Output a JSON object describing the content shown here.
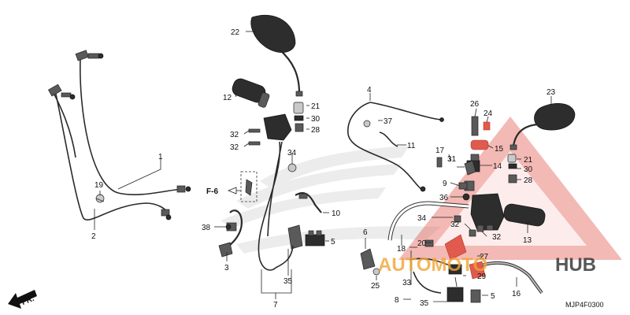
{
  "diagram": {
    "code": "MJP4F0300",
    "ref_label": "F-6",
    "front_label": "FR.",
    "watermark": {
      "top": "AUTOMOTO",
      "bottom": "HUB"
    },
    "callouts": {
      "c1": "1",
      "c2": "2",
      "c3": "3",
      "c4": "4",
      "c5a": "5",
      "c5b": "5",
      "c6": "6",
      "c7": "7",
      "c8": "8",
      "c9": "9",
      "c10": "10",
      "c11": "11",
      "c12": "12",
      "c13": "13",
      "c14": "14",
      "c15": "15",
      "c16": "16",
      "c17": "17",
      "c18": "18",
      "c19": "19",
      "c20": "20",
      "c21a": "21",
      "c21b": "21",
      "c22": "22",
      "c23": "23",
      "c24": "24",
      "c25": "25",
      "c26": "26",
      "c27": "27",
      "c28a": "28",
      "c28b": "28",
      "c29": "29",
      "c30a": "30",
      "c30b": "30",
      "c31": "31",
      "c32a": "32",
      "c32b": "32",
      "c32c": "32",
      "c32d": "32",
      "c33": "33",
      "c34a": "34",
      "c34b": "34",
      "c35a": "35",
      "c35b": "35",
      "c36": "36",
      "c37": "37",
      "c38": "38"
    }
  }
}
